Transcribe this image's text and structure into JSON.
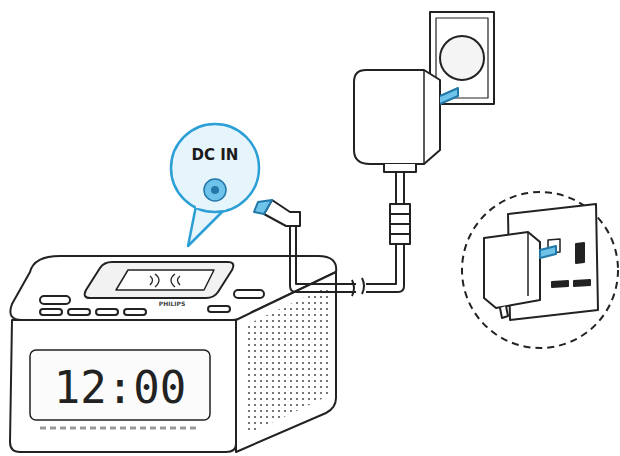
{
  "diagram": {
    "labels": [
      "DC IN",
      "12:00",
      "PHILIPS"
    ]
  }
}
